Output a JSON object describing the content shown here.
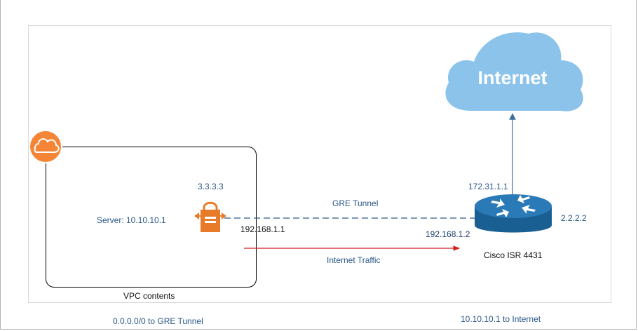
{
  "internet_cloud": {
    "label": "Internet"
  },
  "vpc": {
    "label": "VPC contents"
  },
  "server": {
    "label": "Server: 10.10.10.1"
  },
  "gateway": {
    "public_ip": "3.3.3.3",
    "tunnel_ip": "192.168.1.1"
  },
  "router": {
    "label": "Cisco ISR 4431",
    "uplink_ip": "172.31.1.1",
    "public_ip": "2.2.2.2",
    "tunnel_ip": "192.168.1.2"
  },
  "links": {
    "gre_tunnel": "GRE Tunnel",
    "internet_traffic": "Internet Traffic"
  },
  "notes": {
    "left": "0.0.0.0/0 to GRE Tunnel",
    "right": "10.10.10.1 to Internet"
  },
  "colors": {
    "cloud_fill": "#8cc3ea",
    "aws_orange": "#f58536",
    "router_blue": "#1e6fa6",
    "link_blue": "#3b6e9c",
    "traffic_red": "#d32020"
  },
  "icons": [
    "cloud-icon",
    "vpn-gateway-icon",
    "router-icon"
  ]
}
